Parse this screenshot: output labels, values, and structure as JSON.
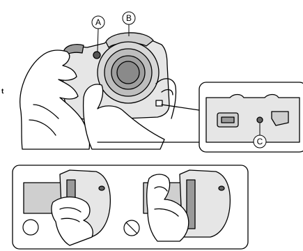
{
  "callouts": {
    "a": "A",
    "b": "B",
    "c": "C"
  },
  "edge_text": "t",
  "icons": {
    "correct_grip": "circle-icon",
    "incorrect_grip": "prohibited-icon"
  },
  "colors": {
    "line": "#000000",
    "fill_light": "#e6e6e6",
    "fill_mid": "#cfcfcf",
    "fill_dark": "#9a9a9a",
    "background": "#ffffff"
  }
}
